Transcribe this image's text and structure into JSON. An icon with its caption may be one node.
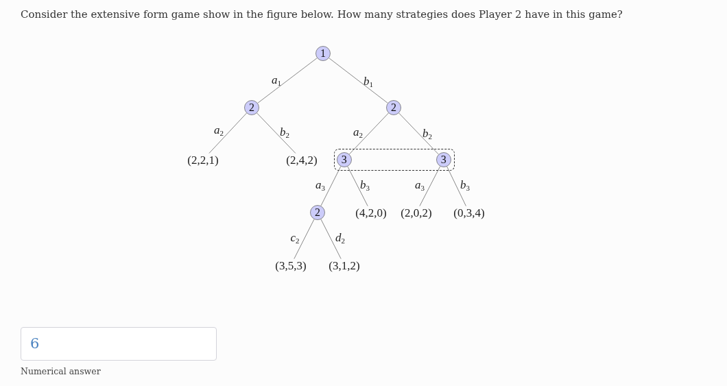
{
  "diagram": {
    "title": "Consider the extensive form game show in the figure below. How many strategies does Player 2 have in this game?",
    "nodes": [
      {
        "text": [
          "1"
        ]
      },
      {
        "text": [
          "2"
        ]
      },
      {
        "text": [
          "2"
        ]
      },
      {
        "text": [
          "(2,2,1)"
        ]
      },
      {
        "text": [
          "(2,4,2)"
        ]
      },
      {
        "text": [],
        "shape": "box"
      },
      {
        "text": [
          "3"
        ],
        "in": 5
      },
      {
        "text": [
          "3"
        ],
        "in": 5
      },
      {
        "text": [
          "2"
        ]
      },
      {
        "text": [
          "(4,2,0)"
        ]
      },
      {
        "text": [
          "(2,0,2)"
        ]
      },
      {
        "text": [
          "(0,3,4)"
        ]
      },
      {
        "text": [
          "(3,5,3)"
        ]
      },
      {
        "text": [
          "(3,1,2)"
        ]
      }
    ],
    "edges": [
      {
        "from": 0,
        "to": 1,
        "arrow": "none",
        "label": "*a*$_{1}$"
      },
      {
        "from": 0,
        "to": 2,
        "arrow": "none",
        "label": "*b*$_{1}$"
      },
      {
        "from": 1,
        "to": 3,
        "arrow": "none",
        "label": "*a*$_{2}$"
      },
      {
        "from": 1,
        "to": 4,
        "arrow": "none",
        "label": "*b*$_{2}$"
      },
      {
        "from": 2,
        "to": 6,
        "arrow": "none",
        "label": "*a*$_{2}$"
      },
      {
        "from": 2,
        "to": 7,
        "arrow": "none",
        "label": "*b*$_{2}$"
      },
      {
        "from": 6,
        "to": 8,
        "arrow": "none",
        "label": "*a*$_{3}$"
      },
      {
        "from": 6,
        "to": 9,
        "arrow": "none",
        "label": "*b*$_{3}$"
      },
      {
        "from": 7,
        "to": 10,
        "arrow": "none",
        "label": "*a*$_{3}$"
      },
      {
        "from": 7,
        "to": 11,
        "arrow": "none",
        "label": "*b*$_{3}$"
      },
      {
        "from": 8,
        "to": 12,
        "arrow": "none",
        "label": "*c*$_{2}$"
      },
      {
        "from": 8,
        "to": 13,
        "arrow": "none",
        "label": "*d*$_{2}$"
      }
    ],
    "labels": [
      "6",
      "Numerical answer"
    ]
  }
}
